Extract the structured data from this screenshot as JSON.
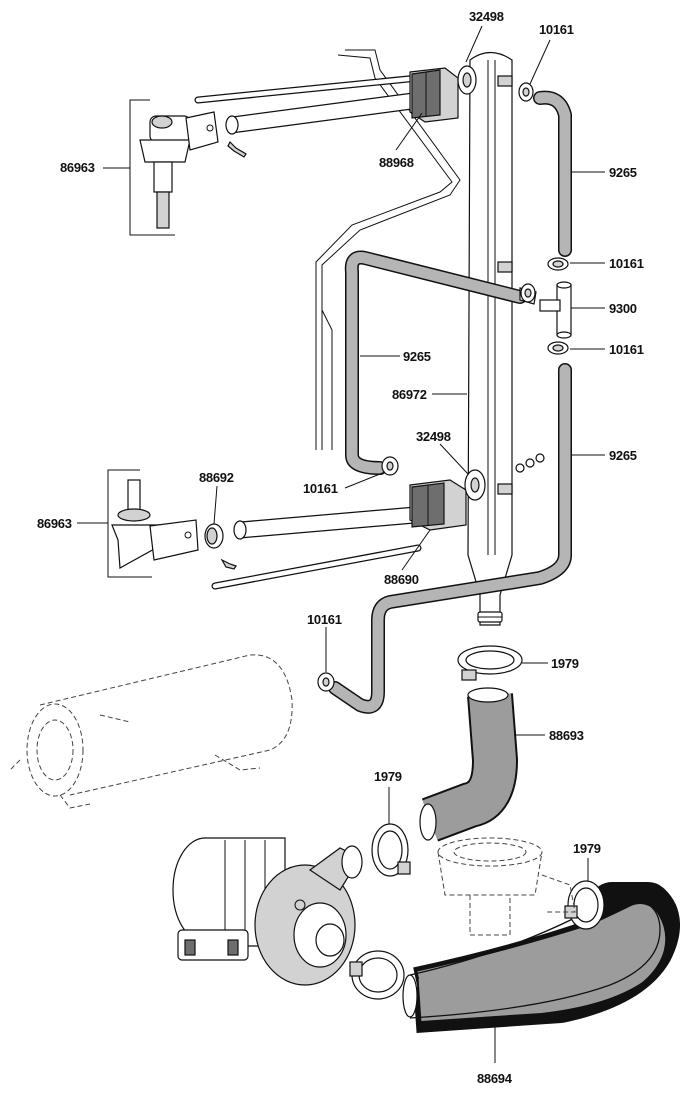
{
  "labels": {
    "p32498_top": "32498",
    "p10161_top": "10161",
    "p86963_top": "86963",
    "p88968": "88968",
    "p9265_right_top": "9265",
    "p10161_right_a": "10161",
    "p9300": "9300",
    "p10161_right_b": "10161",
    "p9265_loop": "9265",
    "p86972": "86972",
    "p32498_mid": "32498",
    "p9265_right_mid": "9265",
    "p88692": "88692",
    "p10161_mid": "10161",
    "p86963_mid": "86963",
    "p88690": "88690",
    "p10161_low": "10161",
    "p1979_top": "1979",
    "p88693": "88693",
    "p1979_left": "1979",
    "p1979_right": "1979",
    "p88694": "88694"
  },
  "colors": {
    "line": "#111111",
    "hose_fill": "#b5b5b5",
    "big_hose_fill": "#9c9c9c",
    "metal": "#d2d2d2"
  }
}
